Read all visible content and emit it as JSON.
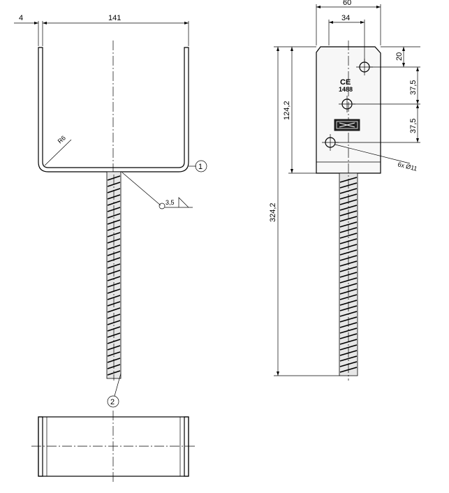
{
  "front_view": {
    "dim_thickness": "4",
    "dim_width": "141",
    "dim_radius": "R6",
    "dim_weld": "3,5",
    "callout_plate": "1",
    "callout_rebar": "2"
  },
  "side_view": {
    "dim_width": "60",
    "dim_inner_width": "34",
    "dim_top_offset": "20",
    "dim_hole_spacing_1": "37,5",
    "dim_hole_spacing_2": "37,5",
    "dim_plate_height": "124,2",
    "dim_total_height": "324,2",
    "dim_holes": "6x Ø11",
    "ce_mark": "CE",
    "cert_number": "1488"
  }
}
